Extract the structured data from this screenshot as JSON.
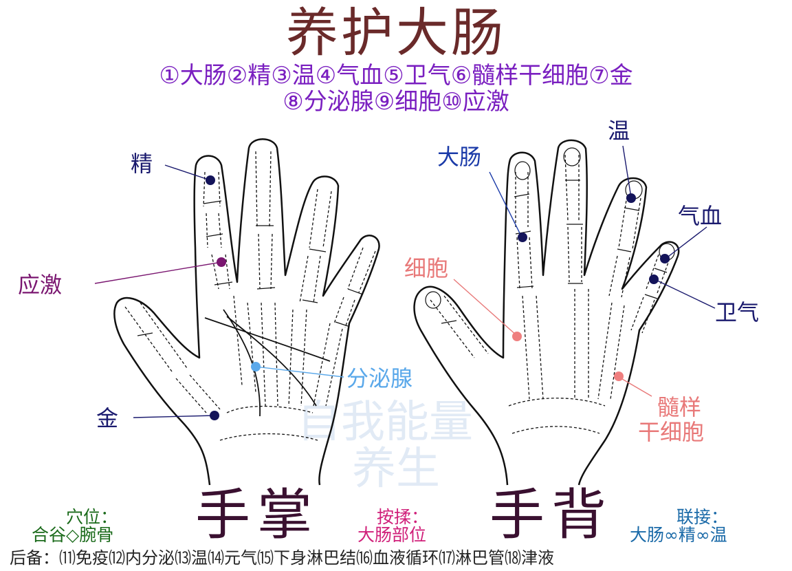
{
  "title": "养护大肠",
  "legend_line1": "①大肠②精③温④气血⑤卫气⑥髓样干细胞⑦金",
  "legend_line2": "⑧分泌腺⑨细胞⑩应激",
  "palm": {
    "label_jing": "精",
    "label_yingji": "应激",
    "label_fenmixian": "分泌腺",
    "label_jin": "金"
  },
  "back": {
    "label_dachang": "大肠",
    "label_wen": "温",
    "label_qixue": "气血",
    "label_xibao": "细胞",
    "label_weiqi": "卫气",
    "label_suiyang1": "髓样",
    "label_suiyang2": "干细胞"
  },
  "watermark": {
    "line1": "自我能量",
    "line2": "养生"
  },
  "captions": {
    "palm": "手掌",
    "back": "手背"
  },
  "acupoint": {
    "title": "穴位：",
    "value": "合谷◇腕骨"
  },
  "massage": {
    "title": "按揉：",
    "value": "大肠部位"
  },
  "link": {
    "title": "联接：",
    "value": "大肠∞精∞温"
  },
  "footer": "后备：⑾免疫⑿内分泌⒀温⒁元气⒂下身淋巴结⒃血液循环⒄淋巴管⒅津液",
  "colors": {
    "title": "#6a2a2a",
    "legend": "#7a1fc0",
    "navy_dot": "#14145a",
    "purple_dot": "#7a1670",
    "lightblue_dot": "#5aa8ea",
    "salmon_dot": "#ef7f7f"
  }
}
